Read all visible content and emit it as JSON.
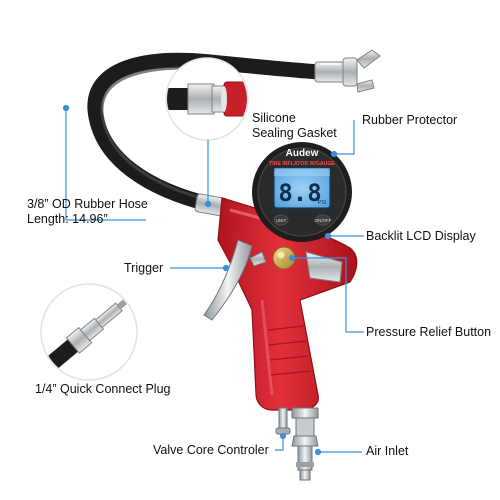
{
  "labels": {
    "silicone_gasket": [
      "Silicone",
      "Sealing Gasket"
    ],
    "rubber_protector": "Rubber Protector",
    "hose": [
      "3/8” OD Rubber Hose",
      "Length: 14.96”"
    ],
    "lcd_display": "Backlit LCD Display",
    "trigger": "Trigger",
    "pressure_relief": "Pressure Relief Button",
    "quick_connect": "1/4” Quick Connect Plug",
    "valve_core": "Valve Core Controler",
    "air_inlet": "Air Inlet"
  },
  "gauge": {
    "brand": "Audew",
    "title": "TIRE INFLATOR W/GAUGE",
    "reading": "8.8",
    "unit": "PSI",
    "left_button": "UNIT",
    "right_button": "ON/OFF"
  },
  "colors": {
    "body_red": "#d8232f",
    "hose_black": "#1c1c1c",
    "brass": "#c9a44b",
    "chrome": "#cfd3d6",
    "lcd_blue": "#6fb6ea",
    "callout_blue": "#3b8fd9"
  }
}
